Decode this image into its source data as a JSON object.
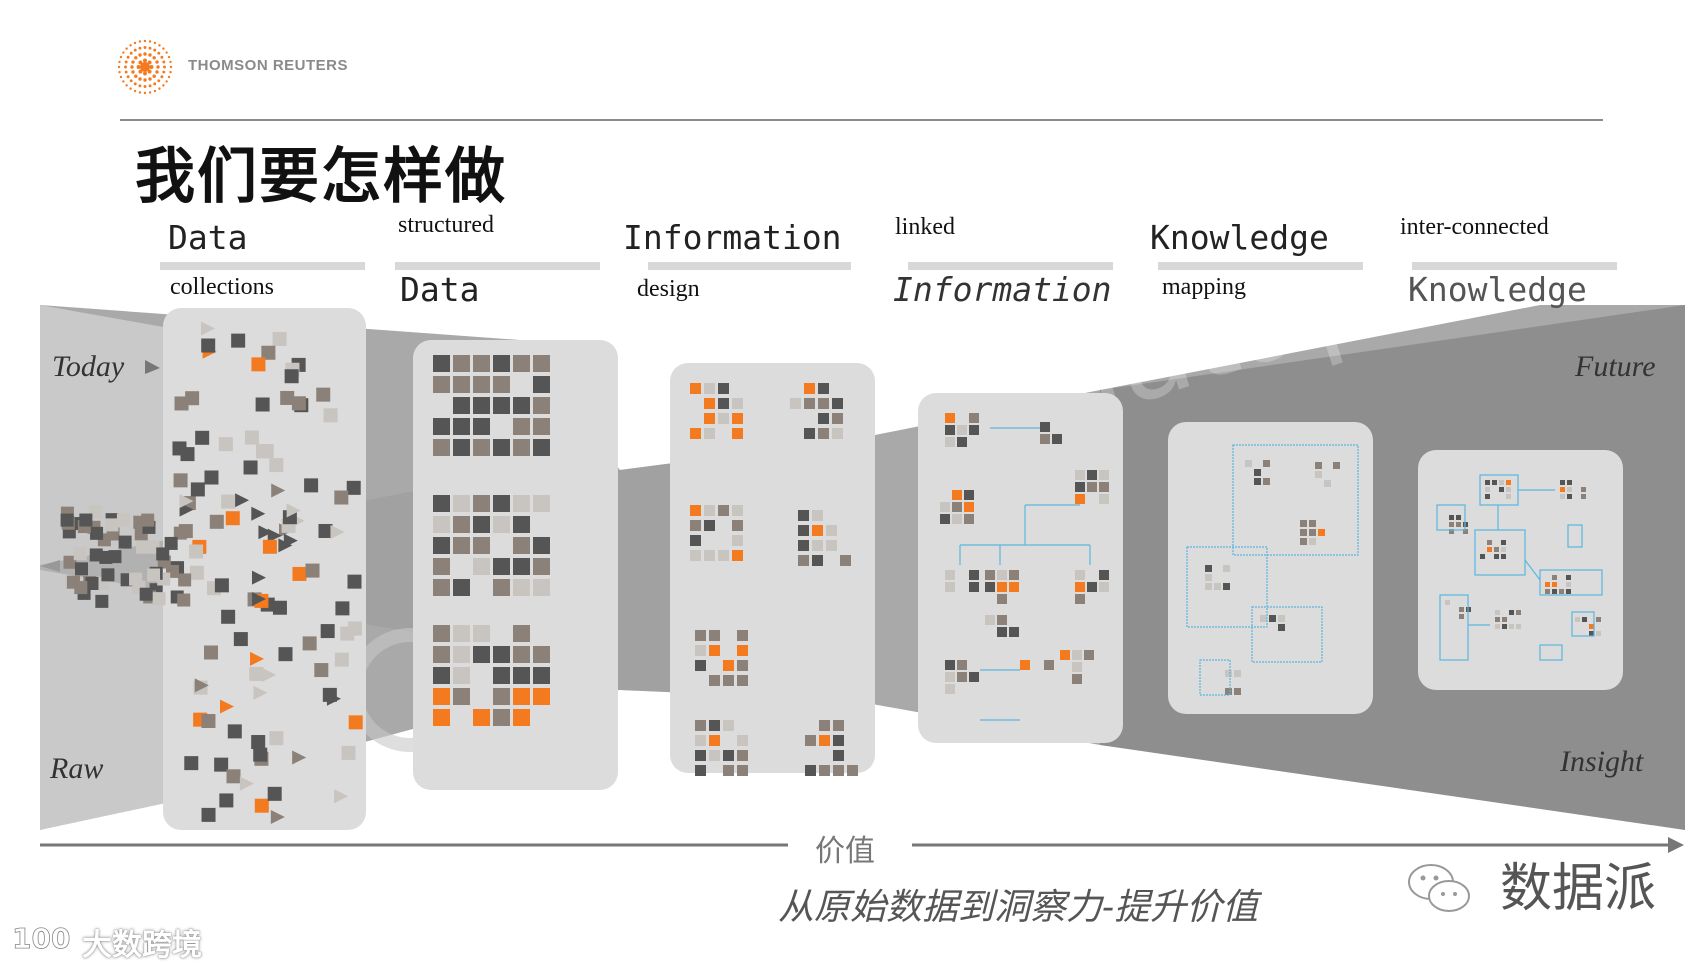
{
  "header": {
    "logo_text": "THOMSON REUTERS",
    "title": "我们要怎样做"
  },
  "stages": [
    {
      "top": "Data",
      "bottom": "collections"
    },
    {
      "top": "structured",
      "bottom": "Data"
    },
    {
      "top": "Information",
      "bottom": "design"
    },
    {
      "top": "linked",
      "bottom": "Information"
    },
    {
      "top": "Knowledge",
      "bottom": "mapping"
    },
    {
      "top": "inter-connected",
      "bottom": "Knowledge"
    }
  ],
  "side_labels": {
    "today": "Today",
    "raw": "Raw",
    "future": "Future",
    "insight": "Insight"
  },
  "axis": {
    "label": "价值",
    "caption": "从原始数据到洞察力-提升价值"
  },
  "brand": {
    "name": "数据派",
    "watermark": "大数跨境"
  },
  "colors": {
    "accent_orange": "#f47a20",
    "dark_square": "#555555",
    "mid_square": "#8b8178",
    "light_square": "#c8c4c0",
    "panel_bg": "#dcdcdc",
    "funnel_gray": "#a8a8a8",
    "funnel_dark": "#8f8f8f",
    "link_blue": "#5bb6e0"
  }
}
